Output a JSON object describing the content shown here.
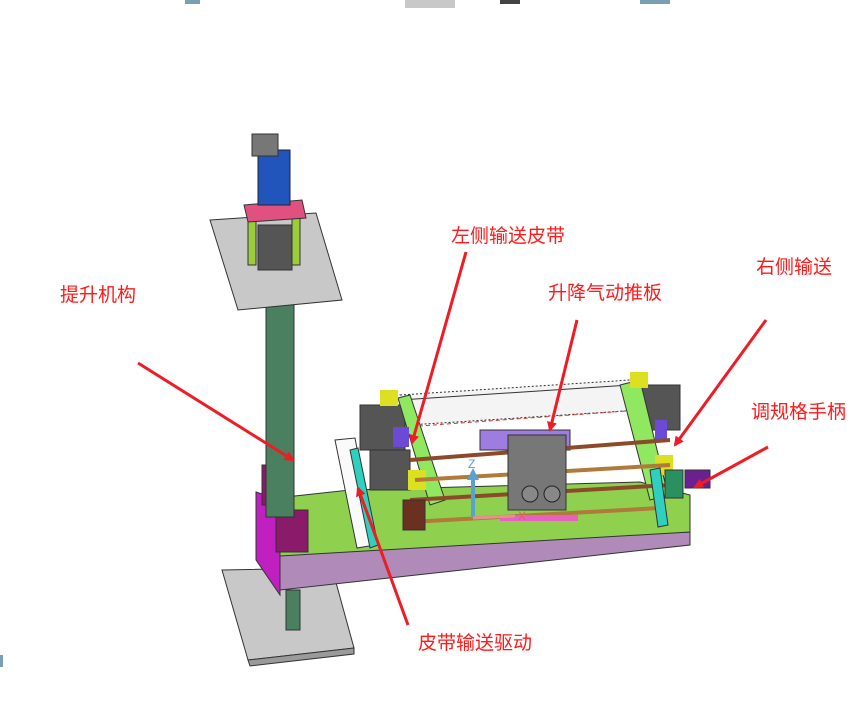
{
  "annotations": {
    "lift_mechanism": "提升机构",
    "left_conveyor_belt": "左侧输送皮带",
    "lift_pneumatic_pusher": "升降气动推板",
    "right_conveyor": "右侧输送",
    "size_adjust_handle": "调规格手柄",
    "belt_conveyor_drive": "皮带输送驱动"
  },
  "axes": {
    "z": "Z",
    "x": "X"
  },
  "colors": {
    "annotation": "#ff1a1a",
    "base_green": "#8fd14f",
    "base_purple": "#b08ab8",
    "motor_blue": "#2255bb",
    "plate_gray": "#c8c8c8",
    "column_green": "#4a7f5f"
  }
}
